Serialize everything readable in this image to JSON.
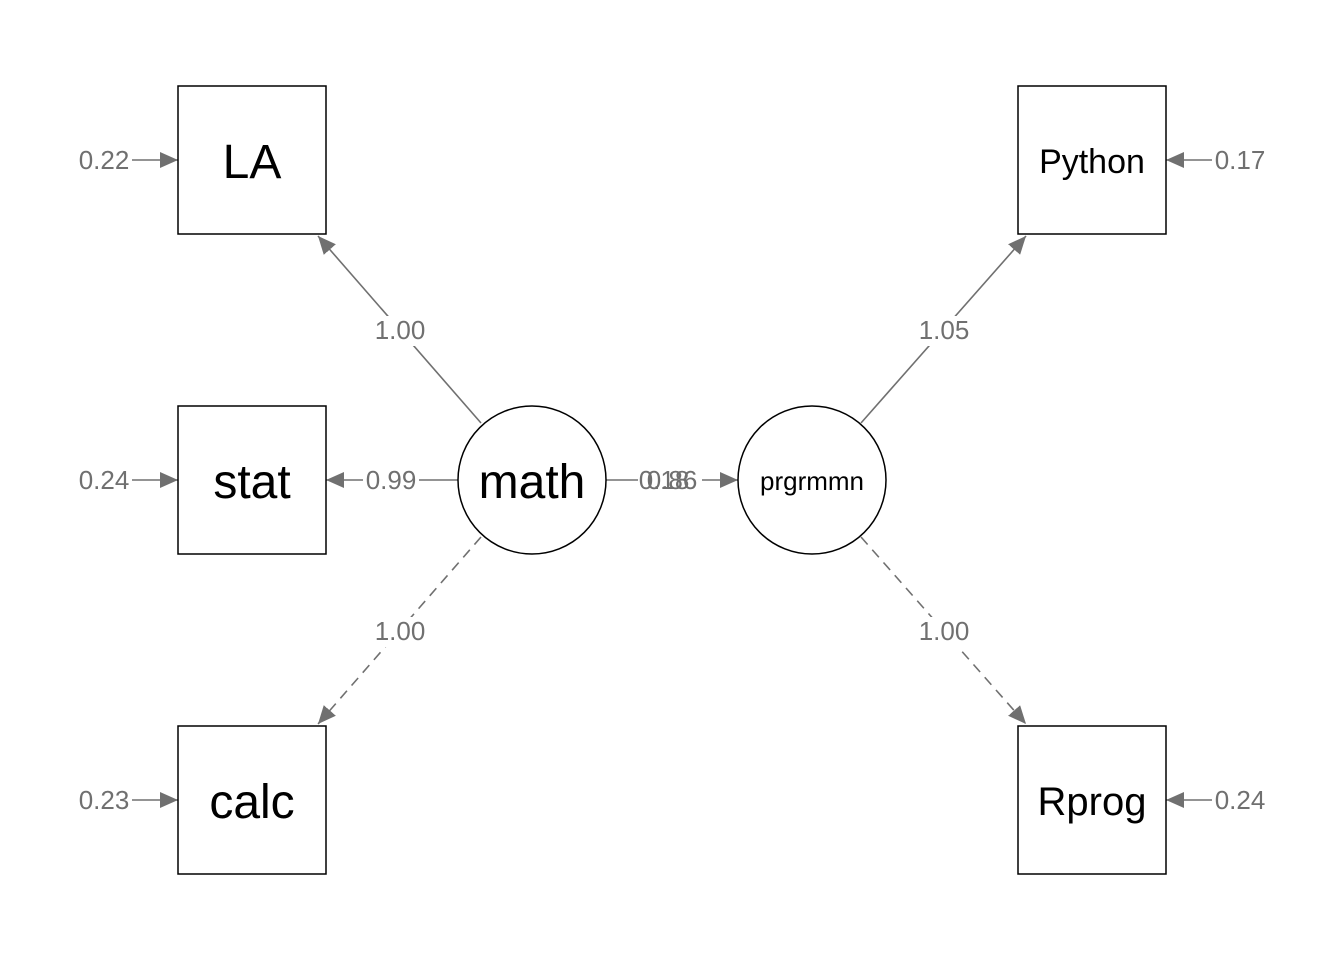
{
  "colors": {
    "edge": "#707070",
    "node_stroke": "#000000",
    "background": "#ffffff"
  },
  "nodes": {
    "la": "LA",
    "stat": "stat",
    "calc": "calc",
    "math": "math",
    "prog": "prgrmmn",
    "python": "Python",
    "rprog": "Rprog"
  },
  "loadings": {
    "math_la": "1.00",
    "math_stat": "0.99",
    "math_calc": "1.00",
    "prog_python": "1.05",
    "prog_rprog": "1.00"
  },
  "residuals": {
    "la": "0.22",
    "stat": "0.24",
    "calc": "0.23",
    "python": "0.17",
    "rprog": "0.24"
  },
  "regression": {
    "label_a": "0.18",
    "label_b": "0.86"
  }
}
